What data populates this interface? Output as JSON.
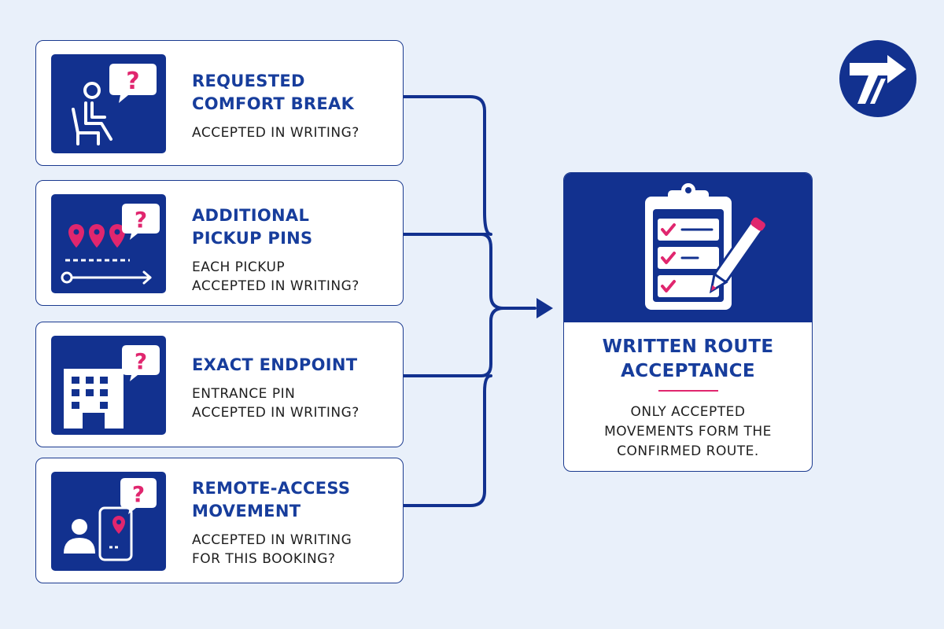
{
  "logo": {
    "icon": "brand-arrow-road-logo",
    "color": "#12318f"
  },
  "checks": [
    {
      "icon": "seated-person-question-icon",
      "title": "REQUESTED\nCOMFORT BREAK",
      "description": "ACCEPTED IN WRITING?"
    },
    {
      "icon": "pickup-pins-route-question-icon",
      "title": "ADDITIONAL\nPICKUP PINS",
      "description": "EACH PICKUP\nACCEPTED IN WRITING?"
    },
    {
      "icon": "building-question-icon",
      "title": "EXACT ENDPOINT",
      "description": "ENTRANCE PIN\nACCEPTED IN WRITING?"
    },
    {
      "icon": "person-phone-pin-question-icon",
      "title": "REMOTE-ACCESS\nMOVEMENT",
      "description": "ACCEPTED IN WRITING\nFOR THIS BOOKING?"
    }
  ],
  "result": {
    "icon": "clipboard-checklist-pen-icon",
    "title": "WRITTEN ROUTE\nACCEPTANCE",
    "description": "ONLY ACCEPTED\nMOVEMENTS FORM THE\nCONFIRMED ROUTE."
  },
  "colors": {
    "navy": "#12318f",
    "title_blue": "#173d9c",
    "accent_pink": "#e0266e",
    "background": "#e9f0fa"
  }
}
